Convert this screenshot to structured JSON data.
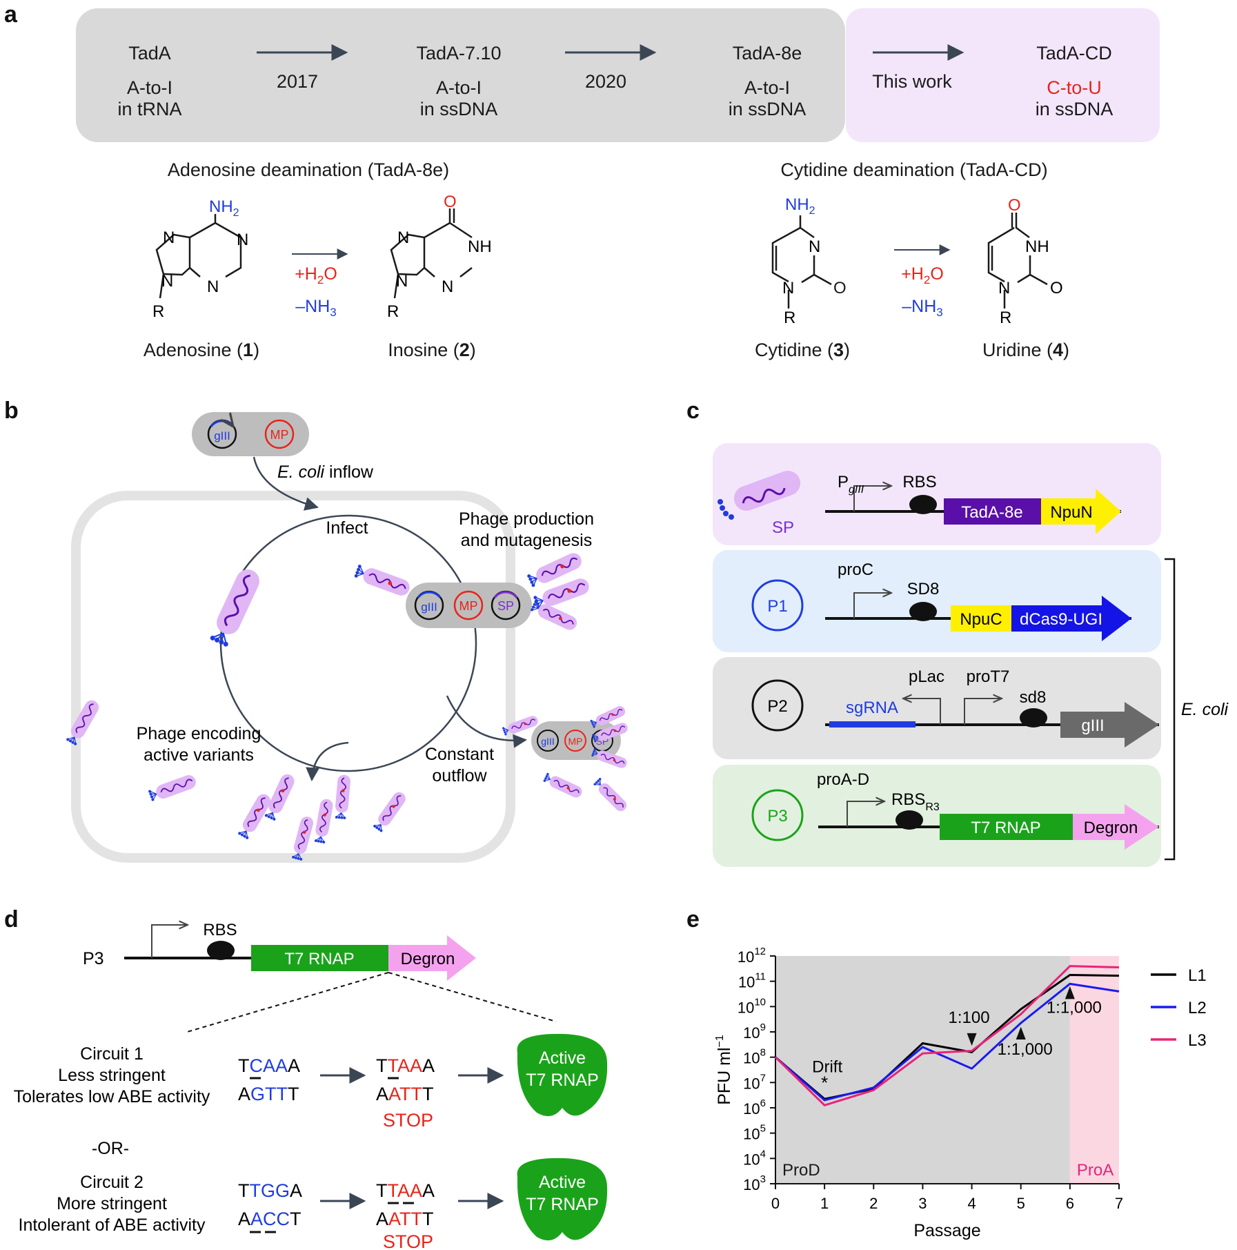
{
  "panel_letters": {
    "a": "a",
    "b": "b",
    "c": "c",
    "d": "d",
    "e": "e"
  },
  "colors": {
    "red": "#e8231a",
    "blue": "#1f3ce0",
    "purple": "#7a2fd0",
    "green": "#1aa31a",
    "pink": "#f5a2ee",
    "yellow": "#ffef00",
    "darkpurple": "#5a0fa8",
    "gray": "#d9d9d9",
    "lilac": "#f3e6fb"
  },
  "panel_a": {
    "timeline": [
      {
        "name": "TadA",
        "activity": "A-to-I",
        "substrate": "in tRNA"
      },
      {
        "name": "TadA-7.10",
        "activity": "A-to-I",
        "substrate": "in ssDNA"
      },
      {
        "name": "TadA-8e",
        "activity": "A-to-I",
        "substrate": "in ssDNA"
      },
      {
        "name": "TadA-CD",
        "activity": "C-to-U",
        "substrate": "in ssDNA"
      }
    ],
    "arrow_labels": [
      "2017",
      "2020",
      "This work"
    ],
    "left_title": "Adenosine deamination (TadA-8e)",
    "right_title": "Cytidine deamination (TadA-CD)",
    "compounds": [
      {
        "name": "Adenosine (",
        "num": "1",
        "close": ")"
      },
      {
        "name": "Inosine (",
        "num": "2",
        "close": ")"
      },
      {
        "name": "Cytidine (",
        "num": "3",
        "close": ")"
      },
      {
        "name": "Uridine (",
        "num": "4",
        "close": ")"
      }
    ],
    "reaction": {
      "water": "+H",
      "water_sub": "2",
      "water_end": "O",
      "ammonia": "–NH",
      "ammonia_sub": "3"
    },
    "atoms": {
      "N": "N",
      "NH": "NH",
      "NH2": "NH",
      "two": "2",
      "O": "O",
      "R": "R"
    }
  },
  "panel_b": {
    "plasmids": {
      "giii": "gIII",
      "mp": "MP",
      "sp": "SP"
    },
    "inflow_italic": "E. coli",
    "inflow_rest": " inflow",
    "infect": "Infect",
    "production": [
      "Phage production",
      "and mutagenesis"
    ],
    "encoding": [
      "Phage encoding",
      "active variants"
    ],
    "outflow": [
      "Constant",
      "outflow"
    ]
  },
  "panel_c": {
    "rows": [
      {
        "name": "SP",
        "promoter": "P",
        "promoter_sub": "gIII",
        "rbs": "RBS",
        "gene1": "TadA-8e",
        "gene2": "NpuN"
      },
      {
        "name": "P1",
        "promoter": "proC",
        "rbs": "SD8",
        "gene1": "NpuC",
        "gene2": "dCas9-UGI"
      },
      {
        "name": "P2",
        "promoter1": "pLac",
        "promoter2": "proT7",
        "rbs": "sd8",
        "gene1": "sgRNA",
        "gene2": "gIII"
      },
      {
        "name": "P3",
        "promoter": "proA-D",
        "rbs": "RBS",
        "rbs_sub": "R3",
        "gene1": "T7 RNAP",
        "gene2": "Degron"
      }
    ],
    "host": "E. coli"
  },
  "panel_d": {
    "construct": {
      "name": "P3",
      "rbs": "RBS",
      "gene1": "T7 RNAP",
      "gene2": "Degron"
    },
    "circuit1": [
      "Circuit 1",
      "Less stringent",
      "Tolerates low ABE activity"
    ],
    "or": "-OR-",
    "circuit2": [
      "Circuit 2",
      "More stringent",
      "Intolerant of ABE activity"
    ],
    "c1_before": {
      "top": [
        "T",
        "CAA",
        "A"
      ],
      "bottom": [
        "A",
        "GTT",
        "T"
      ]
    },
    "c1_after": {
      "top": [
        "T",
        "TAA",
        "A"
      ],
      "bottom": [
        "A",
        "ATT",
        "T"
      ]
    },
    "c2_before": {
      "top": [
        "T",
        "TGG",
        "A"
      ],
      "bottom": [
        "A",
        "ACC",
        "T"
      ]
    },
    "c2_after": {
      "top": [
        "T",
        "TAA",
        "A"
      ],
      "bottom": [
        "A",
        "ATT",
        "T"
      ]
    },
    "stop": "STOP",
    "active": [
      "Active",
      "T7 RNAP"
    ]
  },
  "chart_data": {
    "type": "line",
    "xlabel": "Passage",
    "ylabel": "PFU ml",
    "ylabel_sup": "−1",
    "x": [
      0,
      1,
      2,
      3,
      4,
      5,
      6,
      7
    ],
    "xlim": [
      0,
      7
    ],
    "ylim_log10": [
      3,
      12
    ],
    "log_scale_y": true,
    "y_ticks": [
      {
        "base": "10",
        "exp": "3"
      },
      {
        "base": "10",
        "exp": "4"
      },
      {
        "base": "10",
        "exp": "5"
      },
      {
        "base": "10",
        "exp": "6"
      },
      {
        "base": "10",
        "exp": "7"
      },
      {
        "base": "10",
        "exp": "8"
      },
      {
        "base": "10",
        "exp": "9"
      },
      {
        "base": "10",
        "exp": "10"
      },
      {
        "base": "10",
        "exp": "11"
      },
      {
        "base": "10",
        "exp": "12"
      }
    ],
    "series": [
      {
        "name": "L1",
        "color": "#000000",
        "log10_values": [
          8.0,
          6.35,
          6.75,
          8.55,
          8.2,
          9.9,
          11.25,
          11.22
        ]
      },
      {
        "name": "L2",
        "color": "#1a1aee",
        "log10_values": [
          8.0,
          6.3,
          6.8,
          8.4,
          7.55,
          9.35,
          10.9,
          10.6
        ]
      },
      {
        "name": "L3",
        "color": "#e8237a",
        "log10_values": [
          8.0,
          6.1,
          6.7,
          8.15,
          8.25,
          9.7,
          11.6,
          11.55
        ]
      }
    ],
    "regions": [
      {
        "label": "ProD",
        "from": 0,
        "to": 6,
        "color": "#d6d6d6"
      },
      {
        "label": "ProA",
        "from": 6,
        "to": 7,
        "color": "#fbd7e2",
        "label_color": "#e8237a"
      }
    ],
    "annotations": [
      {
        "label": "Drift",
        "x": 1,
        "marker": "*"
      },
      {
        "label": "1:100",
        "x": 4
      },
      {
        "label": "1:1,000",
        "x": 5
      },
      {
        "label": "1:1,000",
        "x": 6
      }
    ],
    "grid": false,
    "legend_position": "right"
  }
}
